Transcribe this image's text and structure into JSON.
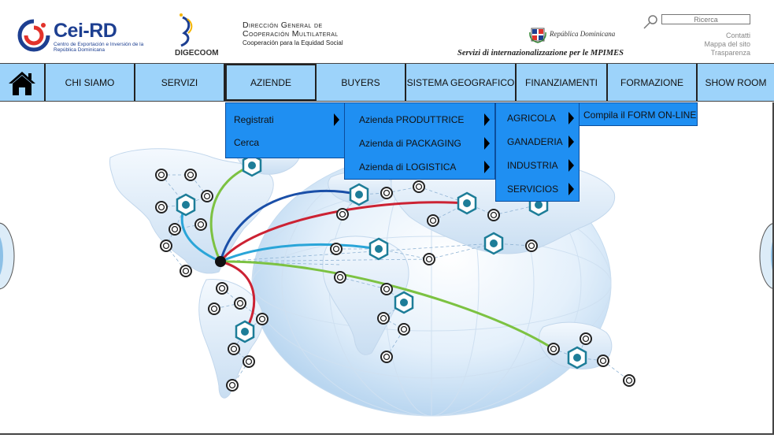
{
  "header": {
    "cei_logo": {
      "name": "Cei-RD",
      "tagline": "Centro de Exportación e Inversión de la República Dominicana"
    },
    "digecoom_logo": {
      "name": "DIGECOOM"
    },
    "direccion": {
      "line1": "Dirección General de",
      "line2": "Cooperación Multilateral",
      "line3": "Cooperación para la Equidad Social"
    },
    "republica": {
      "text": "República Dominicana"
    },
    "servizi_tagline": "Servizi di internazionalizzazione per le MPIMES",
    "search": {
      "placeholder": "Ricerca"
    },
    "links": [
      "Contatti",
      "Mappa del sito",
      "Trasparenza"
    ]
  },
  "nav": {
    "items": [
      {
        "label": "CHI SIAMO"
      },
      {
        "label": "SERVIZI"
      },
      {
        "label": "AZIENDE",
        "active": true
      },
      {
        "label": "BUYERS"
      },
      {
        "label": "SISTEMA GEOGRAFICO"
      },
      {
        "label": "FINANZIAMENTI"
      },
      {
        "label": "FORMAZIONE"
      },
      {
        "label": "SHOW ROOM"
      }
    ]
  },
  "menus": {
    "level1": [
      {
        "label": "Registrati",
        "has_sub": true
      },
      {
        "label": "Cerca",
        "has_sub": false
      }
    ],
    "level2": [
      {
        "label": "Azienda PRODUTTRICE",
        "has_sub": true
      },
      {
        "label": "Azienda di PACKAGING",
        "has_sub": true
      },
      {
        "label": "Azienda di LOGISTICA",
        "has_sub": true
      }
    ],
    "level3": [
      {
        "label": "AGRICOLA",
        "has_sub": true
      },
      {
        "label": "GANADERIA",
        "has_sub": true
      },
      {
        "label": "INDUSTRIA",
        "has_sub": true
      },
      {
        "label": "SERVICIOS",
        "has_sub": true
      }
    ],
    "level4": [
      {
        "label": "Compila il FORM ON-LINE",
        "has_sub": false
      }
    ]
  },
  "colors": {
    "nav_bg": "#9dd3fa",
    "menu_bg": "#1f8ff2",
    "cei_blue": "#1d3f91",
    "cei_red": "#e2322b",
    "hex_teal": "#1d7d98",
    "line_red": "#cc2233",
    "line_blue": "#1a4fa8",
    "line_green": "#7cc242",
    "line_lightblue": "#2aa5d8"
  }
}
